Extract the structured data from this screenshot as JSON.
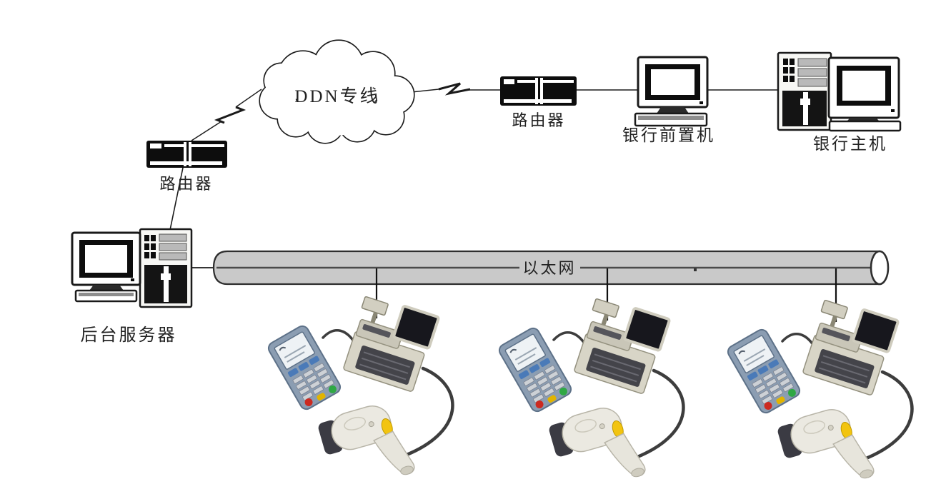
{
  "diagram": {
    "type": "network-topology",
    "nodes": {
      "ddn_cloud": {
        "label": "DDN专线"
      },
      "router_left": {
        "label": "路由器"
      },
      "router_right": {
        "label": "路由器"
      },
      "bank_front_machine": {
        "label": "银行前置机"
      },
      "bank_host": {
        "label": "银行主机"
      },
      "backend_server": {
        "label": "后台服务器"
      },
      "ethernet_bus": {
        "label": "以太网"
      }
    },
    "pos_stations": {
      "count": 3,
      "components": [
        "pos-terminal",
        "cash-register-with-customer-display",
        "barcode-scanner-gun"
      ]
    },
    "connections": [
      {
        "from": "router_left",
        "to": "ddn_cloud",
        "style": "lightning"
      },
      {
        "from": "ddn_cloud",
        "to": "router_right",
        "style": "lightning"
      },
      {
        "from": "router_right",
        "to": "bank_front_machine",
        "style": "line"
      },
      {
        "from": "bank_front_machine",
        "to": "bank_host",
        "style": "line"
      },
      {
        "from": "router_left",
        "to": "backend_server",
        "style": "line"
      },
      {
        "from": "backend_server",
        "to": "ethernet_bus",
        "style": "line"
      },
      {
        "from": "ethernet_bus",
        "to": "pos_station_1",
        "style": "line"
      },
      {
        "from": "ethernet_bus",
        "to": "pos_station_2",
        "style": "line"
      },
      {
        "from": "ethernet_bus",
        "to": "pos_station_3",
        "style": "line"
      }
    ],
    "colors": {
      "background": "#ffffff",
      "line": "#1a1a1a",
      "router_fill": "#0d0d0d",
      "ethernet_fill": "#c9c9c9",
      "ethernet_stroke": "#2e2e2e",
      "device_beige": "#d8d5c7",
      "pos_terminal_blue": "#8b9db2",
      "scanner_ivory": "#ebe9e1",
      "scanner_dark": "#3b3b43",
      "button_red": "#cc2a20",
      "button_yellow": "#e2b400",
      "button_green": "#2fa844",
      "scanner_trigger_yellow": "#f2c410"
    }
  }
}
